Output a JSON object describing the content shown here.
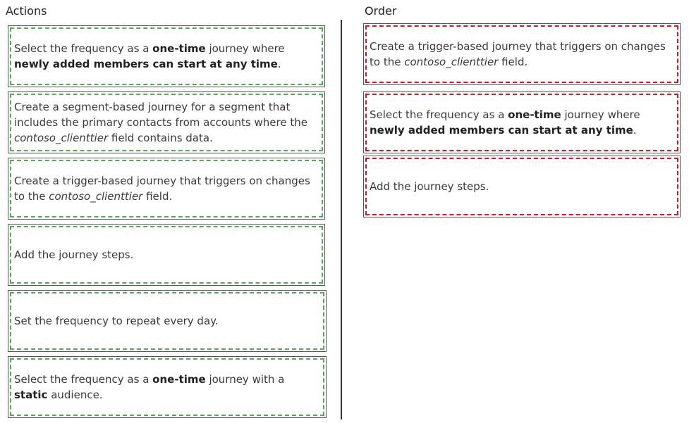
{
  "actions": {
    "title": "Actions",
    "items": [
      {
        "parts": [
          {
            "t": "Select the frequency as a ",
            "s": ""
          },
          {
            "t": "one-time",
            "s": "b"
          },
          {
            "t": " journey where ",
            "s": ""
          },
          {
            "t": "newly added members can start at any time",
            "s": "b"
          },
          {
            "t": ".",
            "s": ""
          }
        ]
      },
      {
        "parts": [
          {
            "t": "Create a segment-based journey for a segment that includes the primary contacts from accounts where the ",
            "s": ""
          },
          {
            "t": "contoso_clienttier",
            "s": "i"
          },
          {
            "t": " field contains data.",
            "s": ""
          }
        ]
      },
      {
        "parts": [
          {
            "t": "Create a trigger-based journey that triggers on changes to the ",
            "s": ""
          },
          {
            "t": "contoso_clienttier",
            "s": "i"
          },
          {
            "t": " field.",
            "s": ""
          }
        ]
      },
      {
        "parts": [
          {
            "t": "Add the journey steps.",
            "s": ""
          }
        ]
      },
      {
        "parts": [
          {
            "t": "Set the frequency to repeat every day.",
            "s": ""
          }
        ]
      },
      {
        "parts": [
          {
            "t": "Select the frequency as a ",
            "s": ""
          },
          {
            "t": "one-time",
            "s": "b"
          },
          {
            "t": " journey with a ",
            "s": ""
          },
          {
            "t": "static",
            "s": "b"
          },
          {
            "t": " audience.",
            "s": ""
          }
        ]
      }
    ]
  },
  "order": {
    "title": "Order",
    "items": [
      {
        "parts": [
          {
            "t": "Create a trigger-based journey that triggers on changes to the ",
            "s": ""
          },
          {
            "t": "contoso_clienttier",
            "s": "i"
          },
          {
            "t": " field.",
            "s": ""
          }
        ]
      },
      {
        "parts": [
          {
            "t": "Select the frequency as a ",
            "s": ""
          },
          {
            "t": "one-time",
            "s": "b"
          },
          {
            "t": " journey where ",
            "s": ""
          },
          {
            "t": "newly added members can start at any time",
            "s": "b"
          },
          {
            "t": ".",
            "s": ""
          }
        ]
      },
      {
        "parts": [
          {
            "t": "Add the journey steps.",
            "s": ""
          }
        ]
      }
    ]
  },
  "colors": {
    "action_dash": "#4caf50",
    "order_dash": "#e0141e"
  }
}
